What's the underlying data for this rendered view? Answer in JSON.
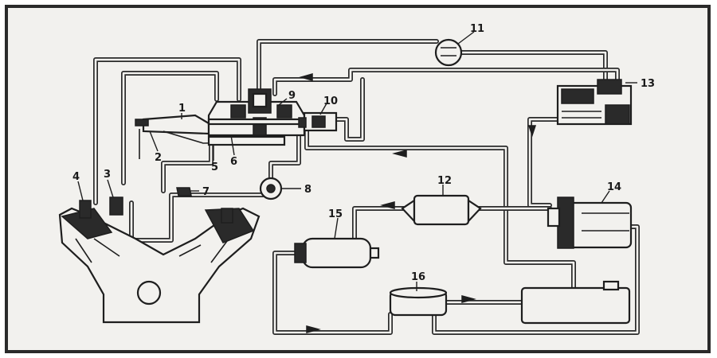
{
  "labels": {
    "l1": "1",
    "l2": "2",
    "l3": "3",
    "l4": "4",
    "l5": "5",
    "l6": "6",
    "l7": "7",
    "l8": "8",
    "l9": "9",
    "l10": "10",
    "l11": "11",
    "l12": "12",
    "l13": "13",
    "l14": "14",
    "l15": "15",
    "l16": "16"
  },
  "colors": {
    "paper": "#f2f1ee",
    "line": "#1e1e1e",
    "frame": "#2a2a2a"
  }
}
